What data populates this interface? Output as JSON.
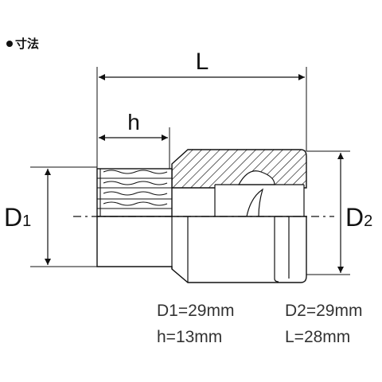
{
  "title": "寸法",
  "dimensions": {
    "L": "L",
    "h": "h",
    "d1_main": "D",
    "d1_sub": "1",
    "d2_main": "D",
    "d2_sub": "2"
  },
  "specs": {
    "d1": "D1=29mm",
    "d2": "D2=29mm",
    "h": "h=13mm",
    "l": "L=28mm"
  }
}
